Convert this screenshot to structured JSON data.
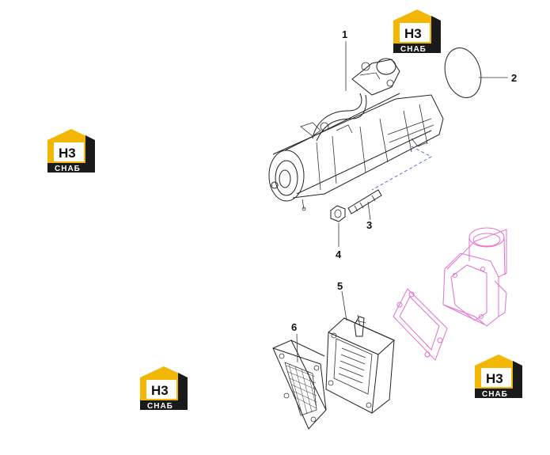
{
  "diagram": {
    "callouts": [
      "1",
      "2",
      "3",
      "4",
      "5",
      "6"
    ]
  },
  "watermark": {
    "mark": "H3",
    "text": "СНАБ"
  },
  "colors": {
    "logo_gold": "#f2b705",
    "logo_dark": "#1a1a1a",
    "reference_outline": "#e070d0",
    "leader_dash": "#3a4fd0"
  }
}
